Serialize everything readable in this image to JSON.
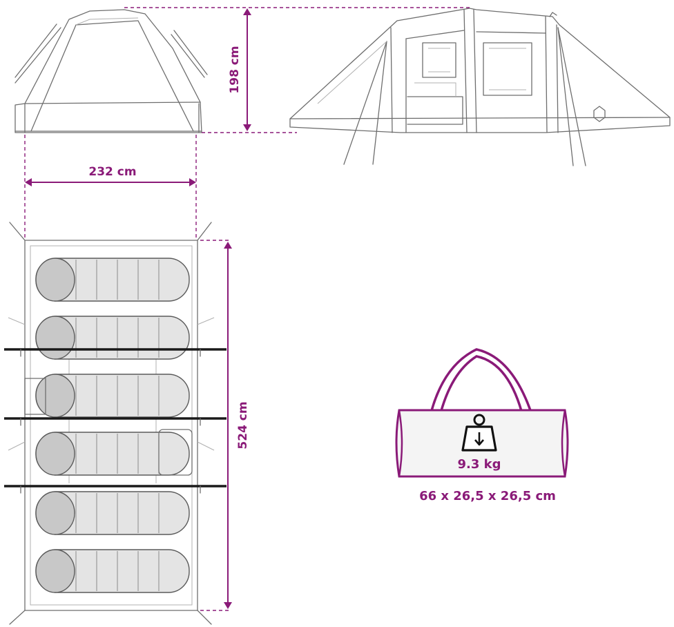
{
  "dimensions": {
    "height_label": "198 cm",
    "width_label": "232 cm",
    "length_label": "524 cm"
  },
  "pack": {
    "weight_label": "9.3 kg",
    "size_label": "66 x 26,5 x 26,5 cm"
  },
  "colors": {
    "accent": "#8a1a78",
    "line": "#6e6e6e",
    "pole": "#1a1a1a"
  },
  "icons": {
    "weight": "weight-icon"
  },
  "sleeping_bag_count": 6
}
